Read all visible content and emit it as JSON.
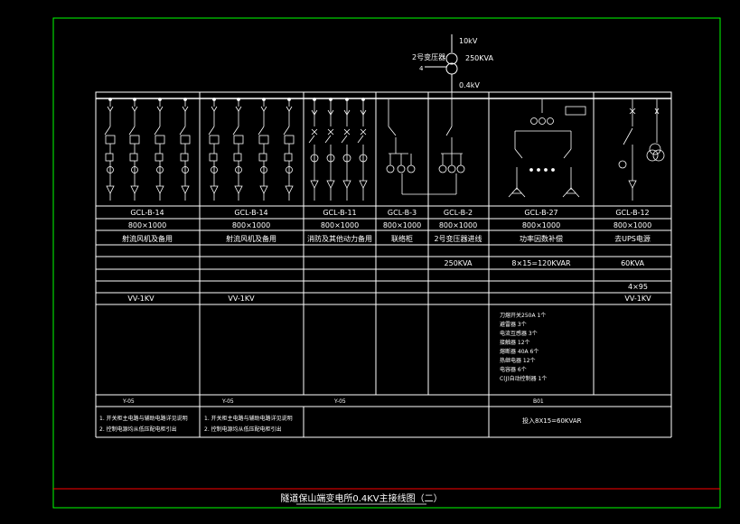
{
  "colors": {
    "background": "#000000",
    "frame": "#00ff00",
    "title_line": "#ff0000",
    "lines": "#ffffff",
    "accent": "#00ffff"
  },
  "top": {
    "hv_label": "10kV",
    "transformer_name": "2号变压器",
    "transformer_capacity": "250KVA",
    "small_label": "4",
    "lv_label": "0.4kV"
  },
  "columns": [
    {
      "model": "GCL-B-14",
      "size": "800×1000",
      "purpose": "射流风机及备用",
      "spec": "",
      "cable": "VV-1KV",
      "note_code": "Y-05"
    },
    {
      "model": "GCL-B-14",
      "size": "800×1000",
      "purpose": "射流风机及备用",
      "spec": "",
      "cable": "VV-1KV",
      "note_code": "Y-05"
    },
    {
      "model": "GCL-B-11",
      "size": "800×1000",
      "purpose": "消防及其他动力备用",
      "spec": "",
      "cable": "",
      "note_code": "Y-05"
    },
    {
      "model": "GCL-B-3",
      "size": "800×1000",
      "purpose": "联络柜",
      "spec": "",
      "cable": "",
      "note_code": ""
    },
    {
      "model": "GCL-B-2",
      "size": "800×1000",
      "purpose": "2号变压器进线",
      "spec": "250KVA",
      "cable": "",
      "note_code": ""
    },
    {
      "model": "GCL-B-27",
      "size": "800×1000",
      "purpose": "功率因数补偿",
      "spec": "8×15=120KVAR",
      "cable": "",
      "note_code": "B01"
    },
    {
      "model": "GCL-B-12",
      "size": "800×1000",
      "purpose": "去UPS电源",
      "spec": "60KVA",
      "cable": "VV-1KV",
      "cable_size": "4×95",
      "note_code": ""
    }
  ],
  "equipment_list": [
    "刀熔开关250A  1个",
    "避雷器        3个",
    "电流互感器    3个",
    "接触器        12个",
    "熔断器  40A   6个",
    "热继电器      12个",
    "电容器        6个",
    "C(J)自动控制器 1个"
  ],
  "notes": {
    "left_1": "1. 开关柜主电路与辅助电路详见说明",
    "left_2": "2. 控制电源均从低压配电柜引出",
    "mid_1": "1. 开关柜主电路与辅助电路详见说明",
    "mid_2": "2. 控制电源均从低压配电柜引出",
    "capacitor_note": "投入8X15=60KVAR"
  },
  "title": "隧道保山端变电所0.4KV主接线图（二）"
}
